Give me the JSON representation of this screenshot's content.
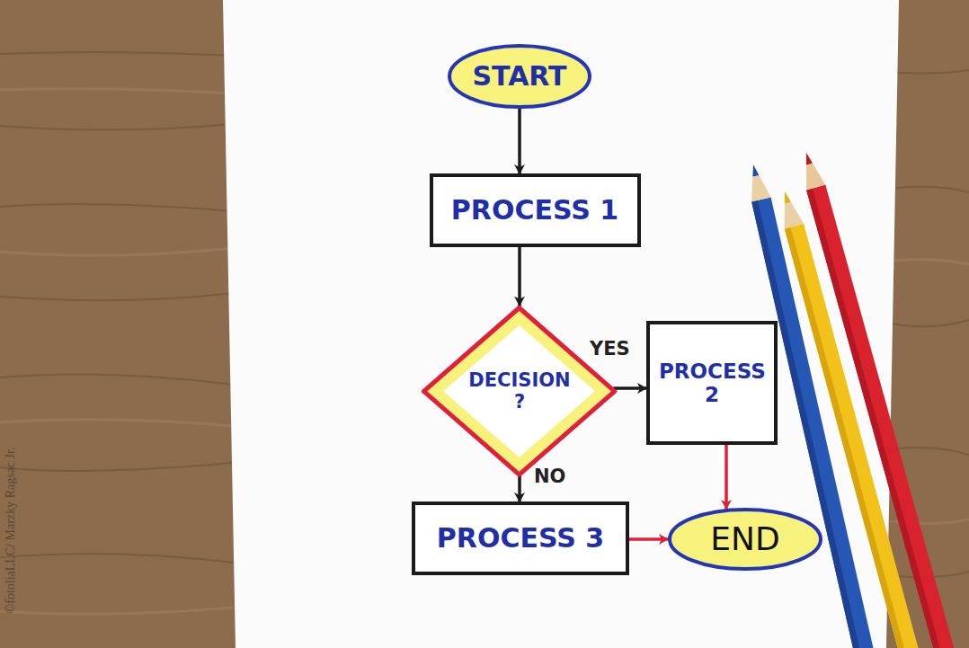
{
  "diagram": {
    "nodes": [
      {
        "text": [
          "START"
        ]
      },
      {
        "text": [
          "PROCESS 1"
        ]
      },
      {
        "text": [
          "DECISION ?"
        ]
      },
      {
        "text": [
          "PROCESS 2"
        ]
      },
      {
        "text": [
          "PROCESS 3"
        ]
      },
      {
        "text": [
          "END"
        ]
      }
    ],
    "edges": [
      {
        "from": 0,
        "to": 1,
        "arrow": "to"
      },
      {
        "from": 1,
        "to": 2,
        "arrow": "to"
      },
      {
        "from": 2,
        "to": 3,
        "label": "YES",
        "arrow": "to"
      },
      {
        "from": 2,
        "to": 4,
        "label": "NO",
        "arrow": "to"
      },
      {
        "from": 3,
        "to": 5,
        "arrow": "to"
      },
      {
        "from": 4,
        "to": 5,
        "arrow": "to"
      }
    ],
    "labels": [
      "©fotoliaLLC/ Marzky Ragsac Jr."
    ]
  }
}
